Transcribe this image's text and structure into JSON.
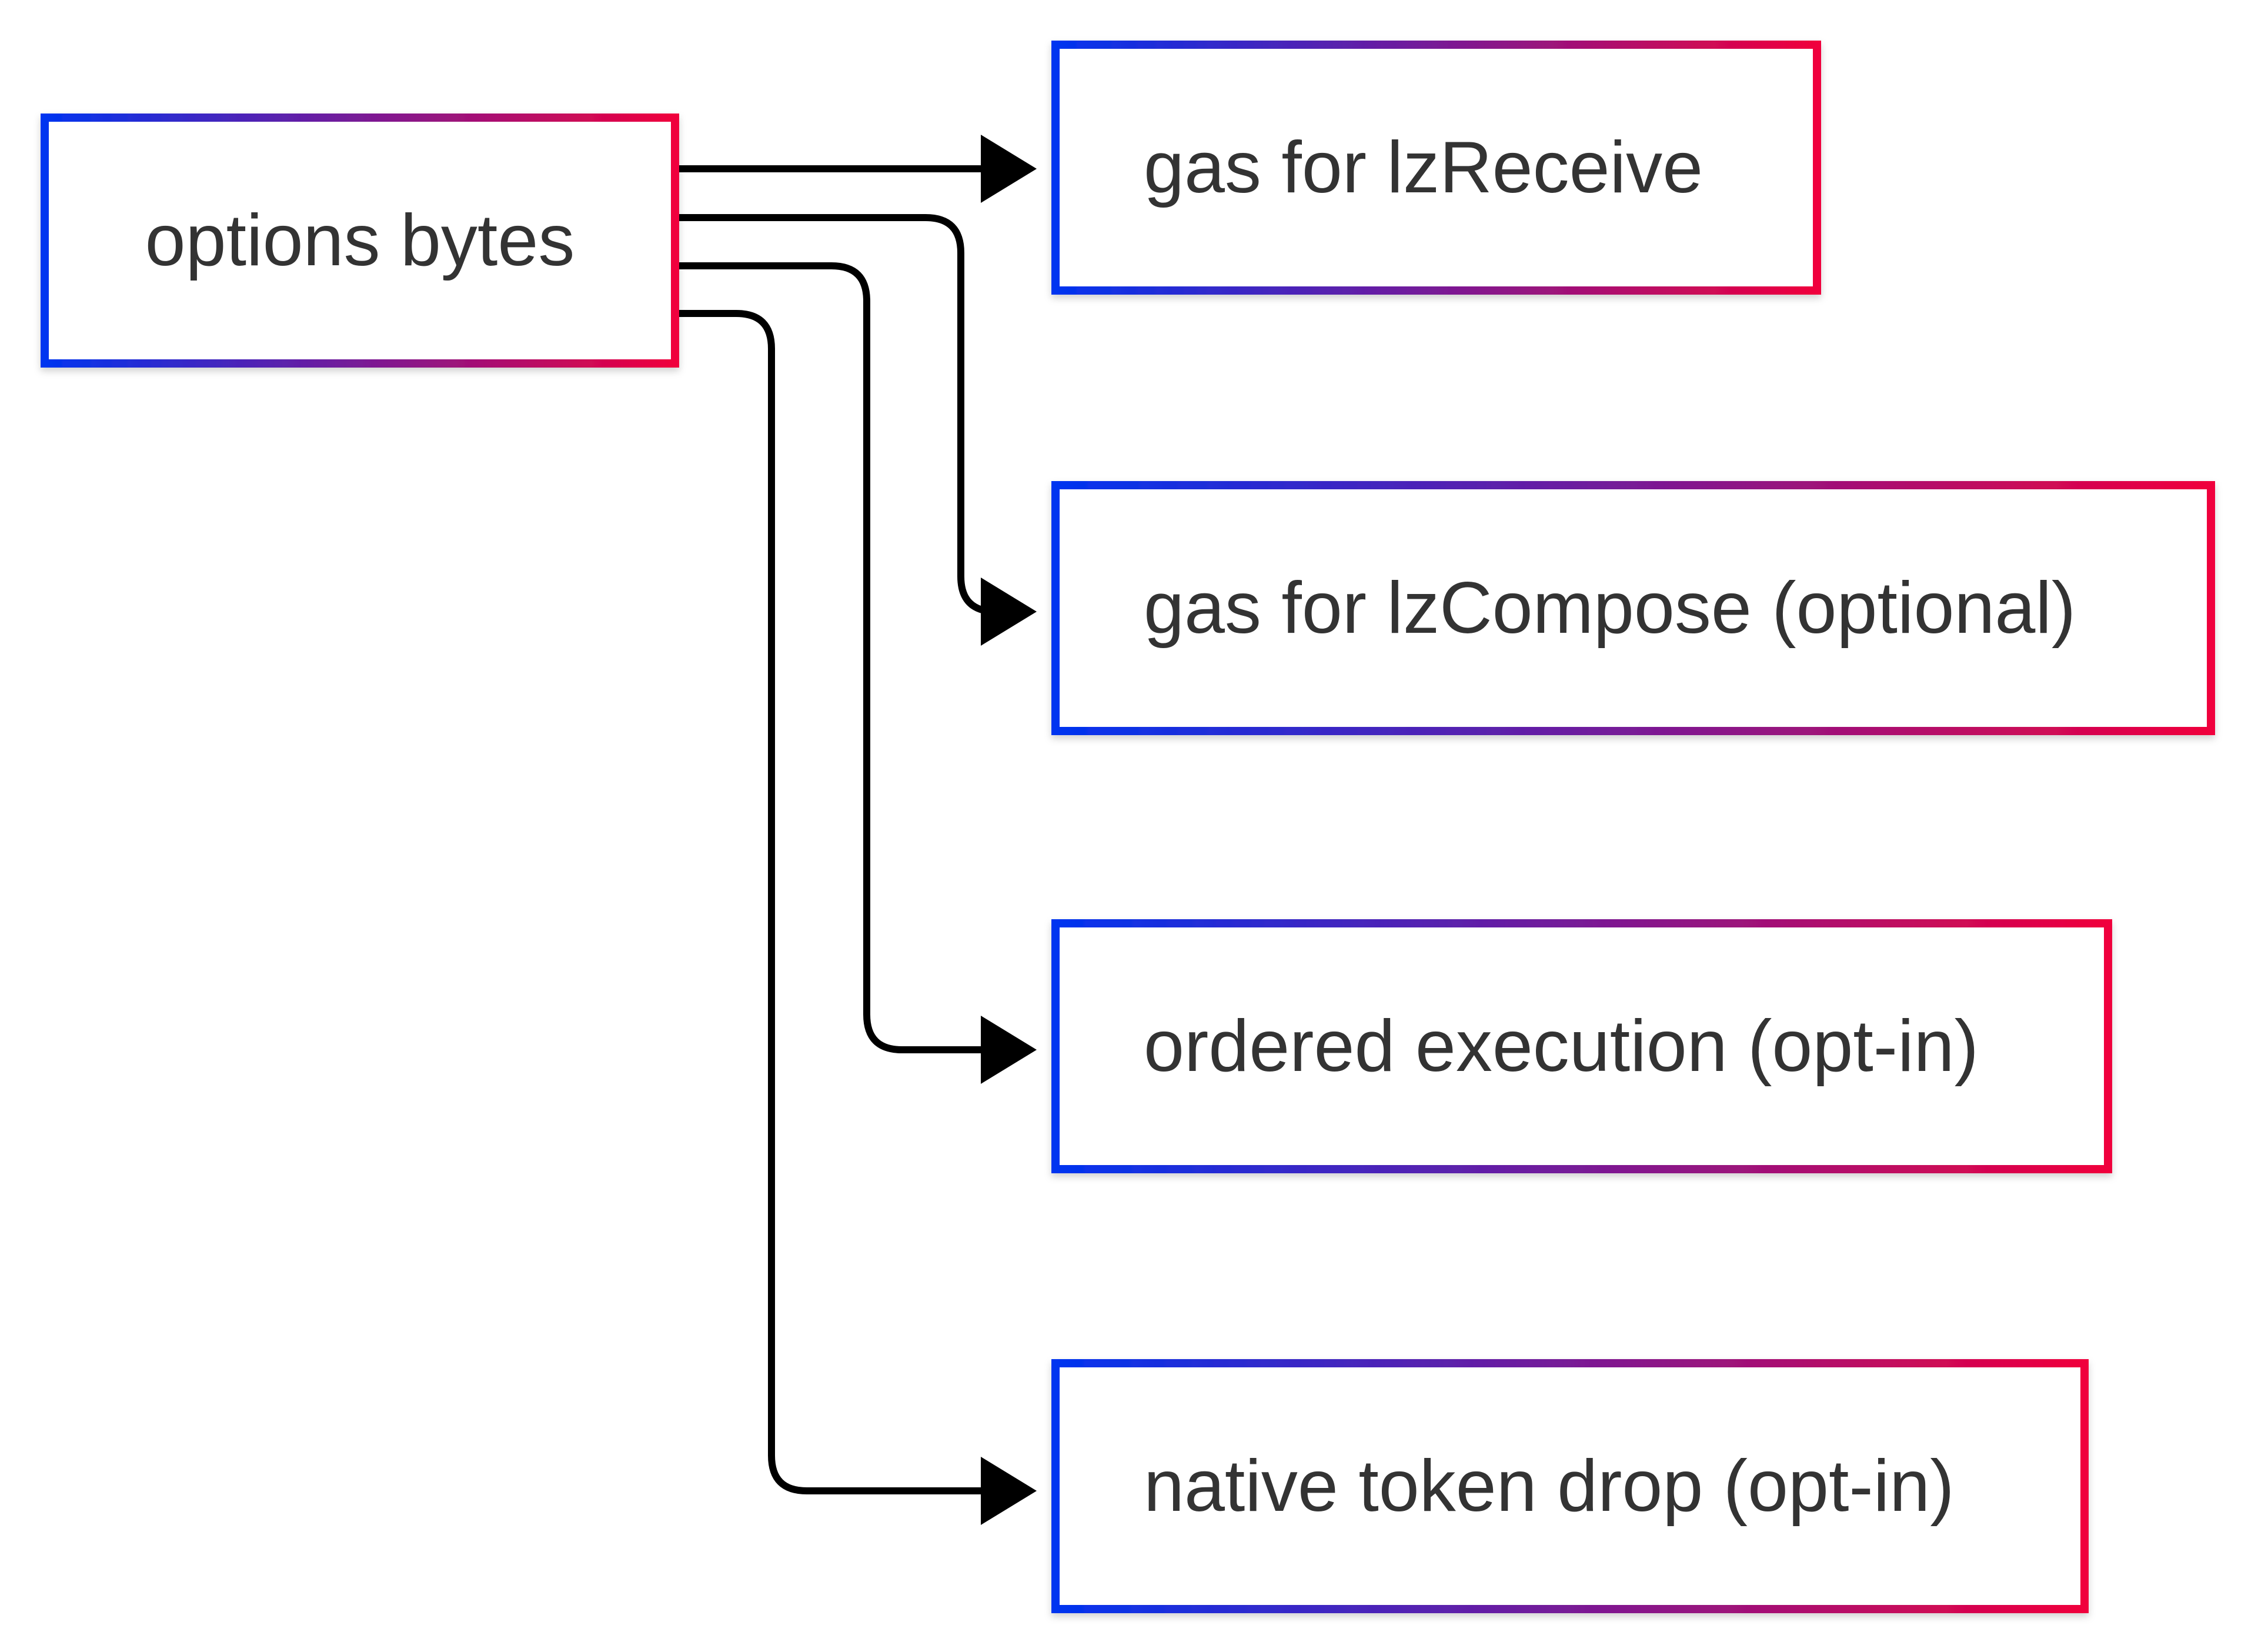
{
  "diagram": {
    "type": "flowchart",
    "colors": {
      "gradient_start": "#0034f0",
      "gradient_end": "#f0003c",
      "edge": "#000000",
      "text": "#333333",
      "background": "#ffffff"
    },
    "source": {
      "label": "options bytes"
    },
    "targets": [
      {
        "label": "gas for lzReceive"
      },
      {
        "label": "gas for lzCompose (optional)"
      },
      {
        "label": "ordered execution (opt-in)"
      },
      {
        "label": "native token drop (opt-in)"
      }
    ],
    "edges": [
      {
        "from": "options bytes",
        "to": "gas for lzReceive"
      },
      {
        "from": "options bytes",
        "to": "gas for lzCompose (optional)"
      },
      {
        "from": "options bytes",
        "to": "ordered execution (opt-in)"
      },
      {
        "from": "options bytes",
        "to": "native token drop (opt-in)"
      }
    ]
  }
}
